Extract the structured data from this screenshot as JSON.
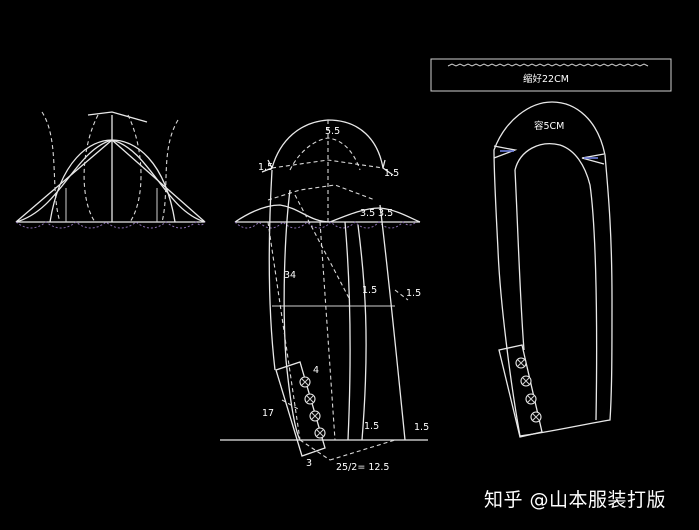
{
  "labels": {
    "shrink_note": "缩好22CM",
    "ease_note": "容5CM",
    "top_5_5": "5.5",
    "left_1_5": "1.5",
    "right_1_5": "1.5",
    "a_3_5": "3.5",
    "b_3_5": "3.5",
    "v34": "34",
    "mid_1_5": "1.5",
    "mid_1_5_b": "1.5",
    "v4": "4",
    "v17": "17",
    "bottom_1_5": "1.5",
    "bottom_right_1_5": "1.5",
    "v3": "3",
    "cuff_width": "25/2= 12.5"
  },
  "watermark": "知乎 @山本服装打版",
  "colors": {
    "background": "#000000",
    "line": "#e8e8e8",
    "dotted": "#8a6fb0",
    "marker": "#6f7fe0"
  }
}
